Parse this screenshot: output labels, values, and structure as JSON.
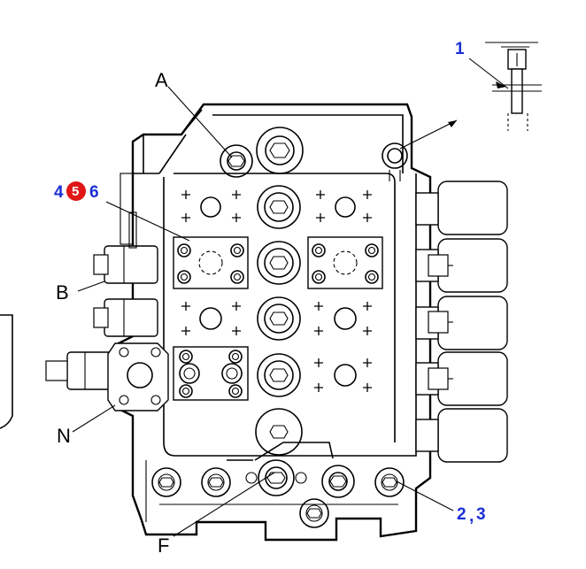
{
  "labels": {
    "a": "A",
    "b": "B",
    "n": "N",
    "f": "F",
    "one": "1",
    "four": "4",
    "five": "5",
    "six": "6",
    "two_three": "2",
    "comma": ",",
    "three": "3"
  },
  "colors": {
    "label_blue": "#1a2fd6",
    "badge_red": "#e01515",
    "line": "#000000"
  }
}
